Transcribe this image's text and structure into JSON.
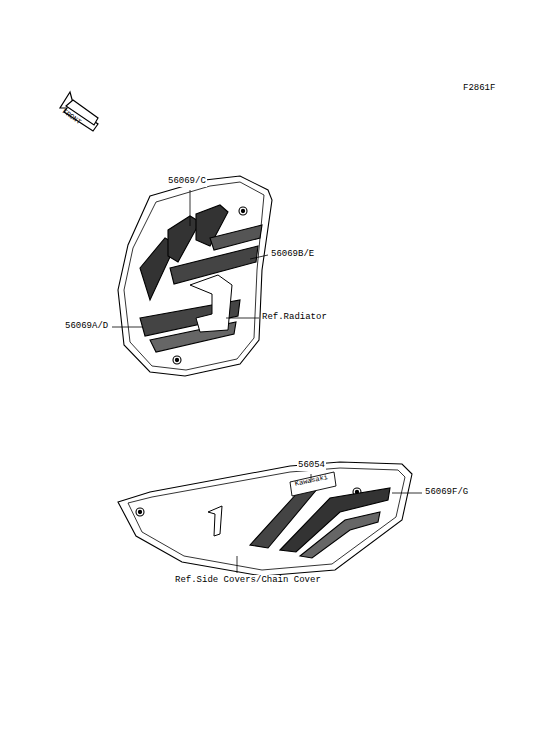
{
  "diagram": {
    "labels": [
      "F2861F",
      "FRONT",
      "56069/C",
      "56069B/E",
      "Ref.Radiator",
      "56069A/D",
      "56054",
      "Kawasaki",
      "56069F/G",
      "Ref.Side Covers/Chain Cover"
    ]
  }
}
